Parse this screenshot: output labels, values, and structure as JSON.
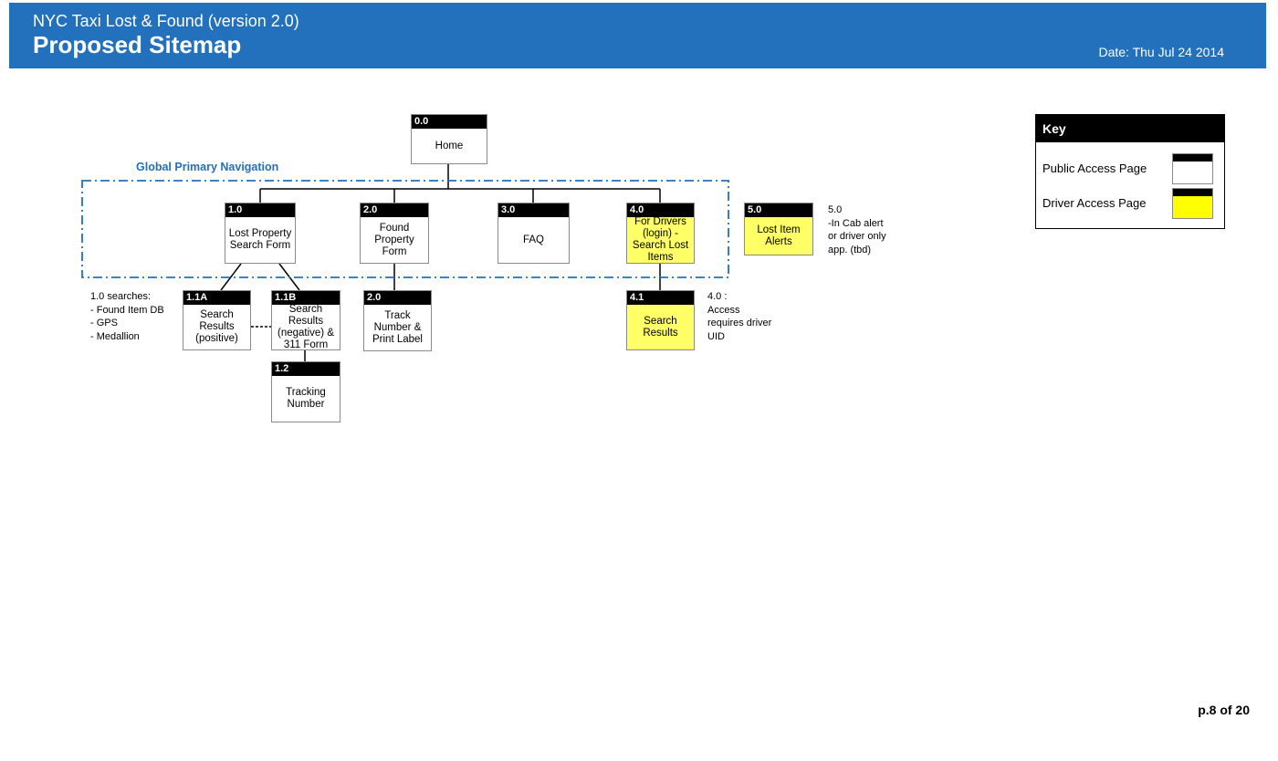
{
  "header": {
    "subtitle": "NYC Taxi Lost & Found  (version 2.0)",
    "title": "Proposed Sitemap",
    "date": "Date: Thu Jul 24 2014"
  },
  "nav_label": "Global Primary Navigation",
  "pages": {
    "home": {
      "id": "0.0",
      "label": "Home",
      "access": "public"
    },
    "lost_property": {
      "id": "1.0",
      "label": "Lost Property\nSearch Form",
      "access": "public"
    },
    "found_property": {
      "id": "2.0",
      "label": "Found\nProperty\nForm",
      "access": "public"
    },
    "faq": {
      "id": "3.0",
      "label": "FAQ",
      "access": "public"
    },
    "for_drivers": {
      "id": "4.0",
      "label": "For Drivers\n(login) -\nSearch Lost\nItems",
      "access": "driver"
    },
    "lost_item_alerts": {
      "id": "5.0",
      "label": "Lost Item\nAlerts",
      "access": "driver"
    },
    "search_positive": {
      "id": "1.1A",
      "label": "Search\nResults\n(positive)",
      "access": "public"
    },
    "search_negative": {
      "id": "1.1B",
      "label": "Search\nResults\n(negative) &\n311 Form",
      "access": "public"
    },
    "track_number": {
      "id": "2.0",
      "label": "Track\nNumber &\nPrint Label",
      "access": "public"
    },
    "driver_search": {
      "id": "4.1",
      "label": "Search\nResults",
      "access": "driver"
    },
    "tracking_number": {
      "id": "1.2",
      "label": "Tracking\nNumber",
      "access": "public"
    }
  },
  "notes": {
    "searches": "1.0  searches:\n- Found Item DB\n- GPS\n- Medallion",
    "five": "5.0\n-In Cab alert\nor driver only\napp. (tbd)",
    "four": "4.0 :\nAccess\nrequires driver\nUID"
  },
  "key": {
    "title": "Key",
    "public_label": "Public Access Page",
    "driver_label": "Driver Access Page",
    "public_color": "#ffffff",
    "driver_color": "#ffff00"
  },
  "footer": {
    "page": "p.8 of 20"
  }
}
